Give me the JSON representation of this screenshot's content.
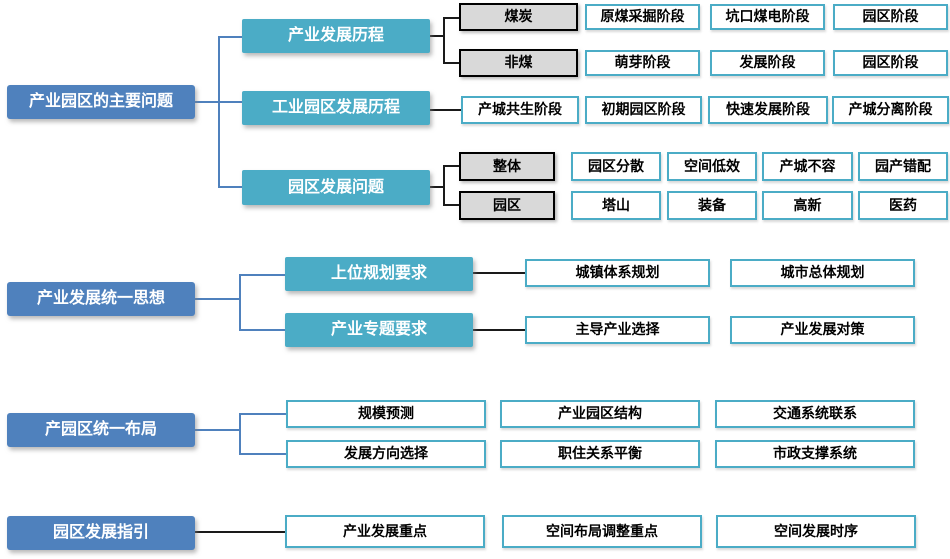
{
  "colors": {
    "root_box": "#4F81BD",
    "branch_box": "#4BACC6",
    "category_fill": "#D9D9D9",
    "leaf_border": "#4BACC6",
    "connector_blue": "#4F81BD",
    "connector_black": "#1a1a1a"
  },
  "s1": {
    "root": "产业园区的主要问题",
    "b1": {
      "label": "产业发展历程",
      "g1": {
        "key": "煤炭",
        "items": [
          "原煤采掘阶段",
          "坑口煤电阶段",
          "园区阶段"
        ]
      },
      "g2": {
        "key": "非煤",
        "items": [
          "萌芽阶段",
          "发展阶段",
          "园区阶段"
        ]
      }
    },
    "b2": {
      "label": "工业园区发展历程",
      "items": [
        "产城共生阶段",
        "初期园区阶段",
        "快速发展阶段",
        "产城分离阶段"
      ]
    },
    "b3": {
      "label": "园区发展问题",
      "g1": {
        "key": "整体",
        "items": [
          "园区分散",
          "空间低效",
          "产城不容",
          "园产错配"
        ]
      },
      "g2": {
        "key": "园区",
        "items": [
          "塔山",
          "装备",
          "高新",
          "医药"
        ]
      }
    }
  },
  "s2": {
    "root": "产业发展统一思想",
    "b1": {
      "label": "上位规划要求",
      "items": [
        "城镇体系规划",
        "城市总体规划"
      ]
    },
    "b2": {
      "label": "产业专题要求",
      "items": [
        "主导产业选择",
        "产业发展对策"
      ]
    }
  },
  "s3": {
    "root": "产园区统一布局",
    "row1": [
      "规模预测",
      "产业园区结构",
      "交通系统联系"
    ],
    "row2": [
      "发展方向选择",
      "职住关系平衡",
      "市政支撑系统"
    ]
  },
  "s4": {
    "root": "园区发展指引",
    "items": [
      "产业发展重点",
      "空间布局调整重点",
      "空间发展时序"
    ]
  }
}
